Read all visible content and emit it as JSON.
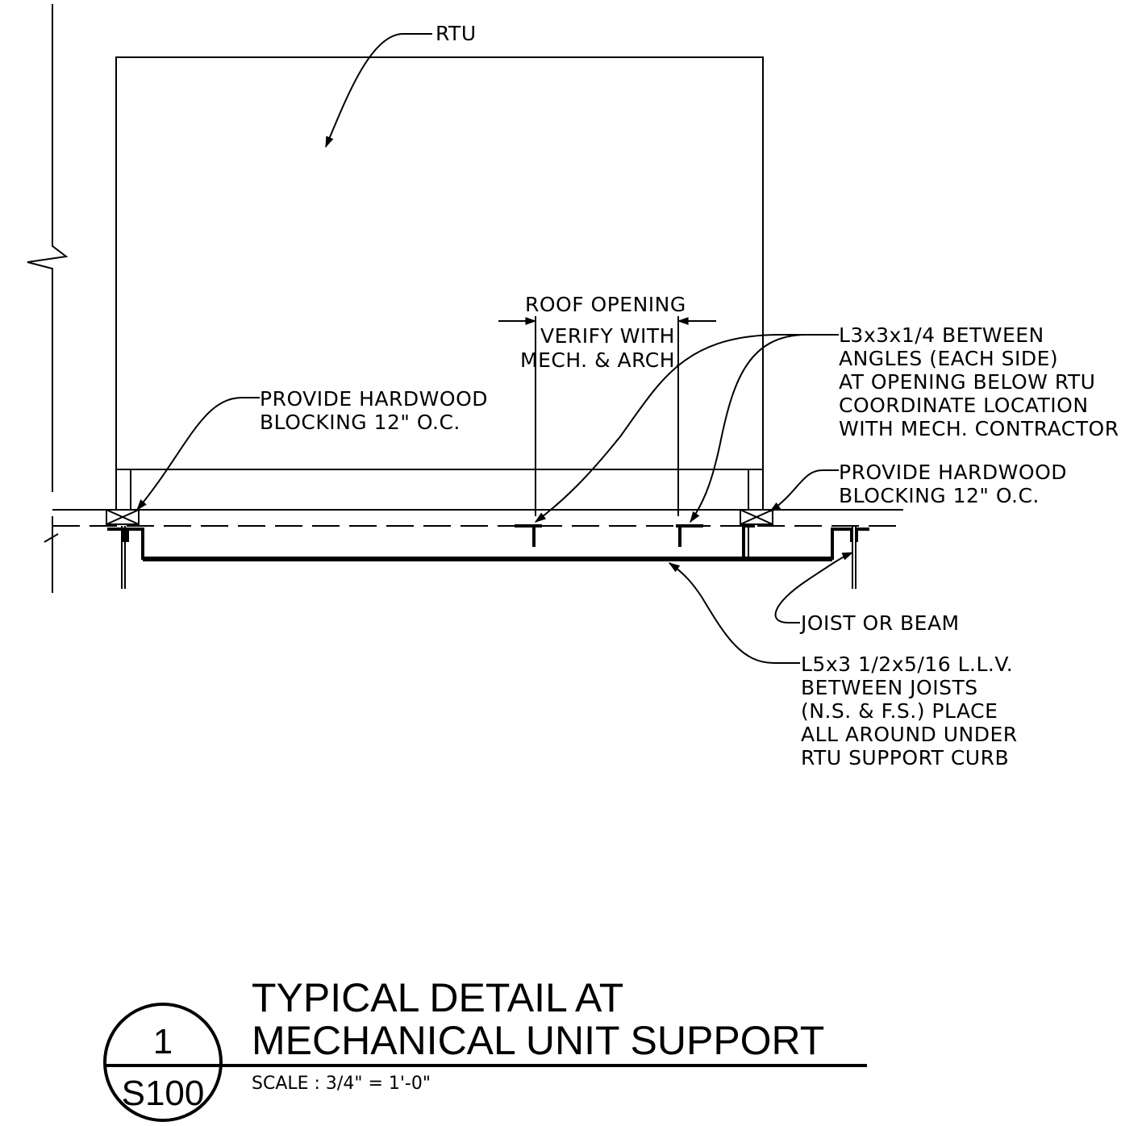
{
  "labels": {
    "rtu": "RTU",
    "roof_opening": "ROOF OPENING",
    "verify_1": "VERIFY WITH",
    "verify_2": "MECH. & ARCH.",
    "angles_1": "L3x3x1/4 BETWEEN",
    "angles_2": "ANGLES (EACH SIDE)",
    "angles_3": "AT OPENING BELOW RTU",
    "angles_4": "COORDINATE LOCATION",
    "angles_5": "WITH MECH. CONTRACTOR",
    "blocking_left_1": "PROVIDE HARDWOOD",
    "blocking_left_2": "BLOCKING 12\" O.C.",
    "blocking_right_1": "PROVIDE HARDWOOD",
    "blocking_right_2": "BLOCKING 12\" O.C.",
    "joist": "JOIST OR BEAM",
    "support_1": "L5x3 1/2x5/16 L.L.V.",
    "support_2": "BETWEEN JOISTS",
    "support_3": "(N.S. & F.S.) PLACE",
    "support_4": "ALL AROUND UNDER",
    "support_5": "RTU SUPPORT CURB"
  },
  "title_block": {
    "title_line_1": "TYPICAL DETAIL AT",
    "title_line_2": "MECHANICAL UNIT SUPPORT",
    "scale": "SCALE : 3/4\" = 1'-0\"",
    "detail_number": "1",
    "sheet_number": "S100"
  }
}
